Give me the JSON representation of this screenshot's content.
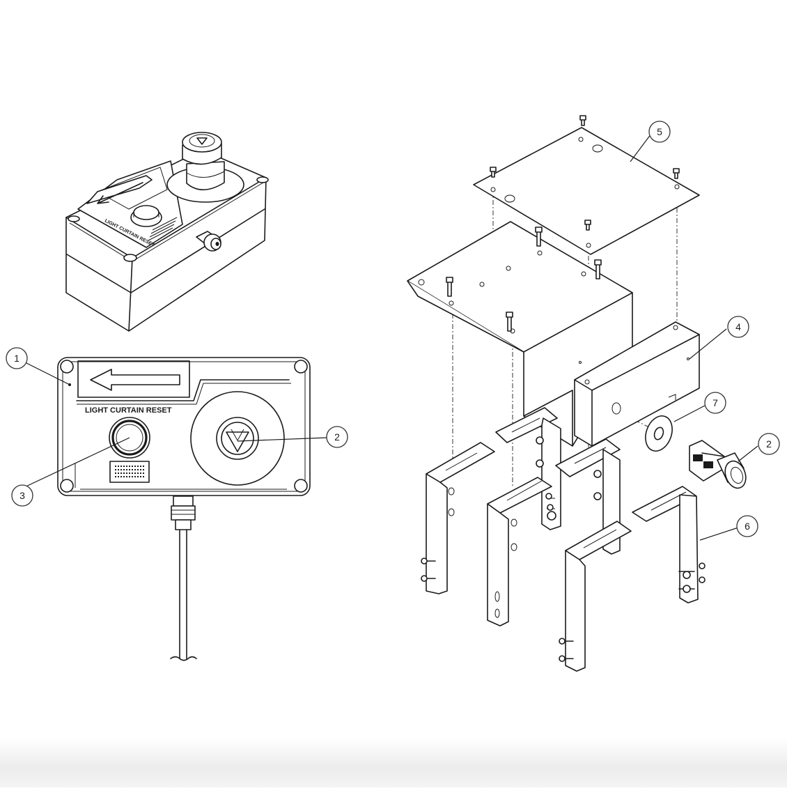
{
  "panel": {
    "label": "LIGHT CURTAIN RESET",
    "perspective_label": "LIGHT CURTAIN RESET"
  },
  "callouts": [
    {
      "id": "1",
      "part": "faceplate"
    },
    {
      "id": "2",
      "part": "mushroom-push-button"
    },
    {
      "id": "3",
      "part": "reset-push-button"
    },
    {
      "id": "2",
      "part": "mushroom-push-button-exploded"
    },
    {
      "id": "4",
      "part": "button-housing"
    },
    {
      "id": "5",
      "part": "top-cover-plate"
    },
    {
      "id": "6",
      "part": "mounting-bracket"
    },
    {
      "id": "7",
      "part": "washer"
    }
  ],
  "colors": {
    "line": "#1a1a1a",
    "background": "#ffffff"
  }
}
